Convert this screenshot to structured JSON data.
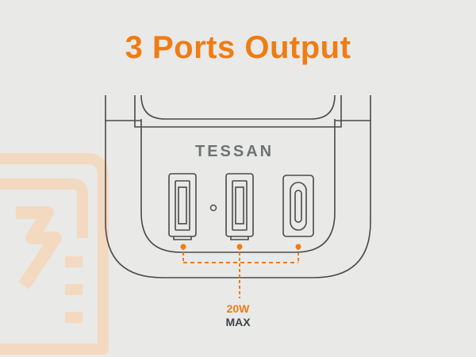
{
  "headline": "3 Ports Output",
  "brand": "TESSAN",
  "ports": [
    {
      "type": "usb-a"
    },
    {
      "type": "usb-a"
    },
    {
      "type": "usb-c"
    }
  ],
  "spec": {
    "power": "20W",
    "limit": "MAX"
  },
  "colors": {
    "accent": "#f07c12",
    "background": "#e9e9e8",
    "outline": "#4a4a4a",
    "watermark": "#f3d9bf",
    "dark_text": "#3c4246"
  },
  "icons": [
    "charger-watermark-icon",
    "usb-a-port-icon",
    "usb-c-port-icon",
    "status-led-icon"
  ]
}
